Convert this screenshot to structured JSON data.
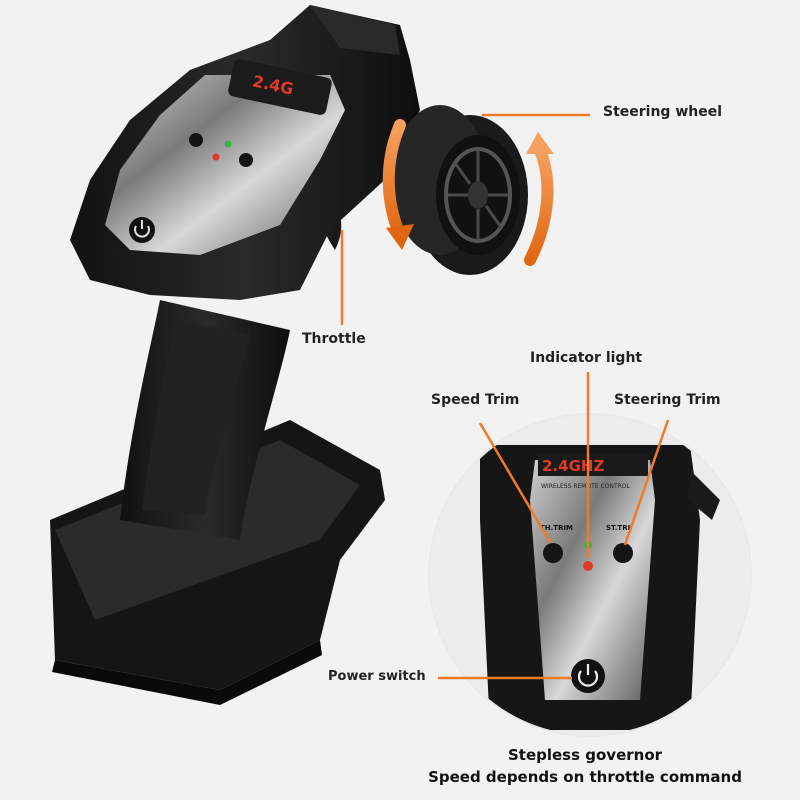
{
  "labels": {
    "steering_wheel": "Steering wheel",
    "throttle": "Throttle",
    "indicator_light": "Indicator light",
    "speed_trim": "Speed Trim",
    "steering_trim": "Steering Trim",
    "power_switch": "Power switch"
  },
  "caption": {
    "line1": "Stepless governor",
    "line2": "Speed depends on throttle command"
  },
  "device": {
    "badge": "2.4GHZ",
    "subtitle": "WIRELESS REMOTE CONTROL",
    "th_trim": "TH.TRIM",
    "st_trim": "ST.TRIM"
  },
  "colors": {
    "accent": "#f07a28",
    "body": "#1c1c1c",
    "background": "#f2f2f2",
    "led_green": "#2fb84a",
    "led_red": "#e23a2a"
  }
}
